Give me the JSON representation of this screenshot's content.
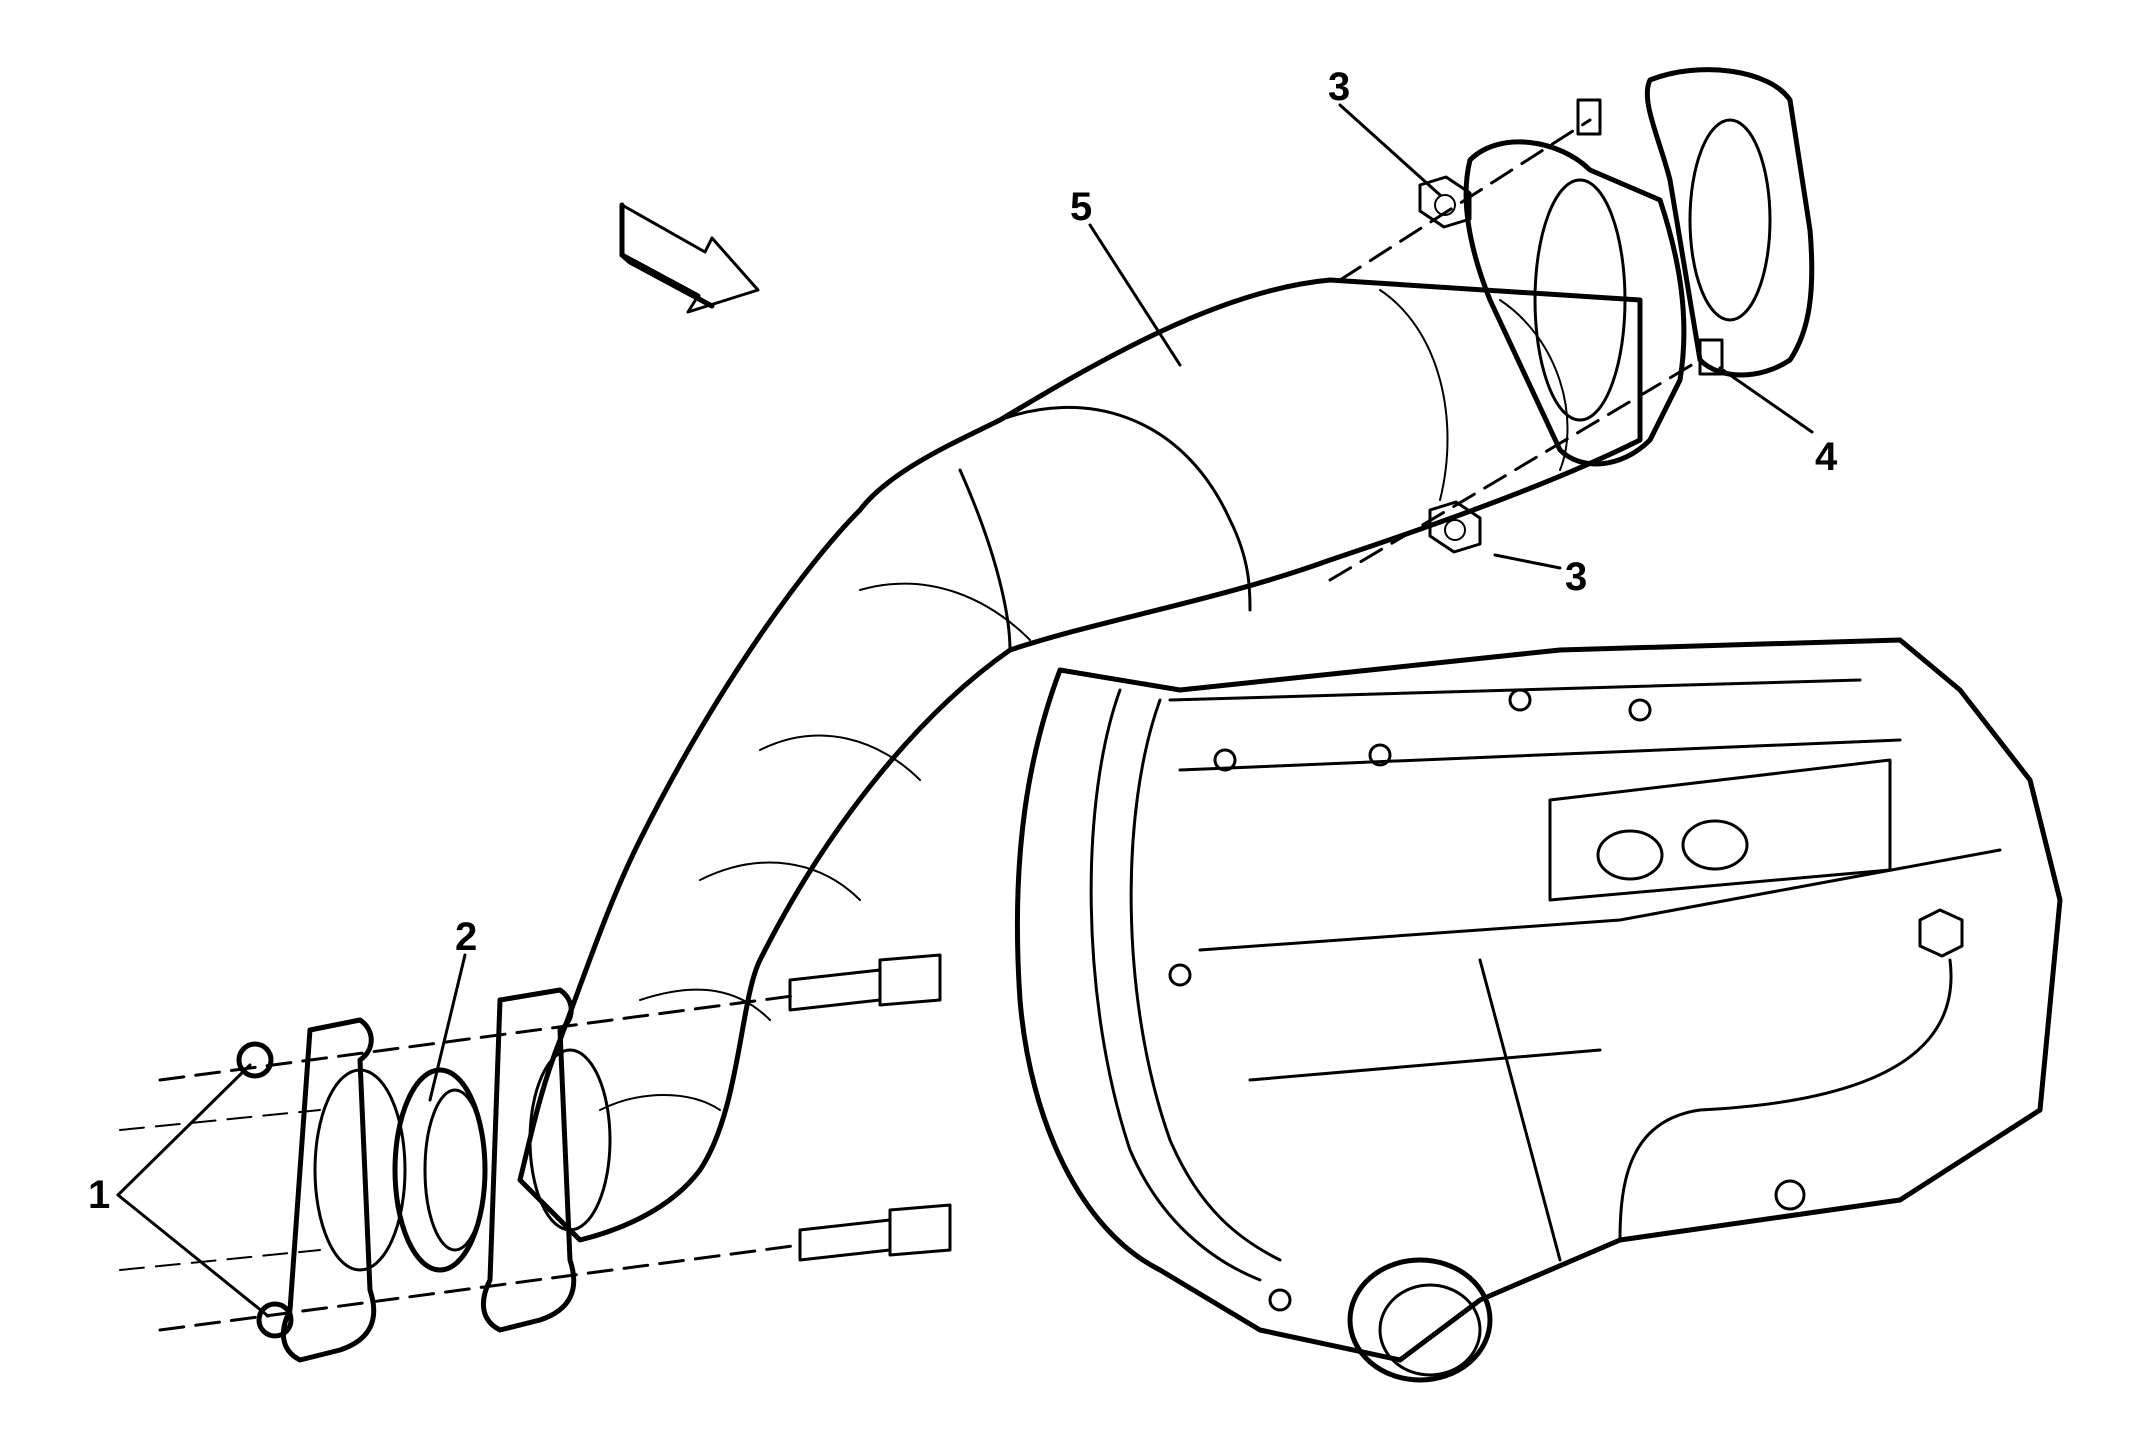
{
  "callouts": {
    "c1": "1",
    "c2": "2",
    "c3a": "3",
    "c3b": "3",
    "c4": "4",
    "c5": "5"
  },
  "colors": {
    "line": "#000000",
    "background": "#ffffff"
  }
}
